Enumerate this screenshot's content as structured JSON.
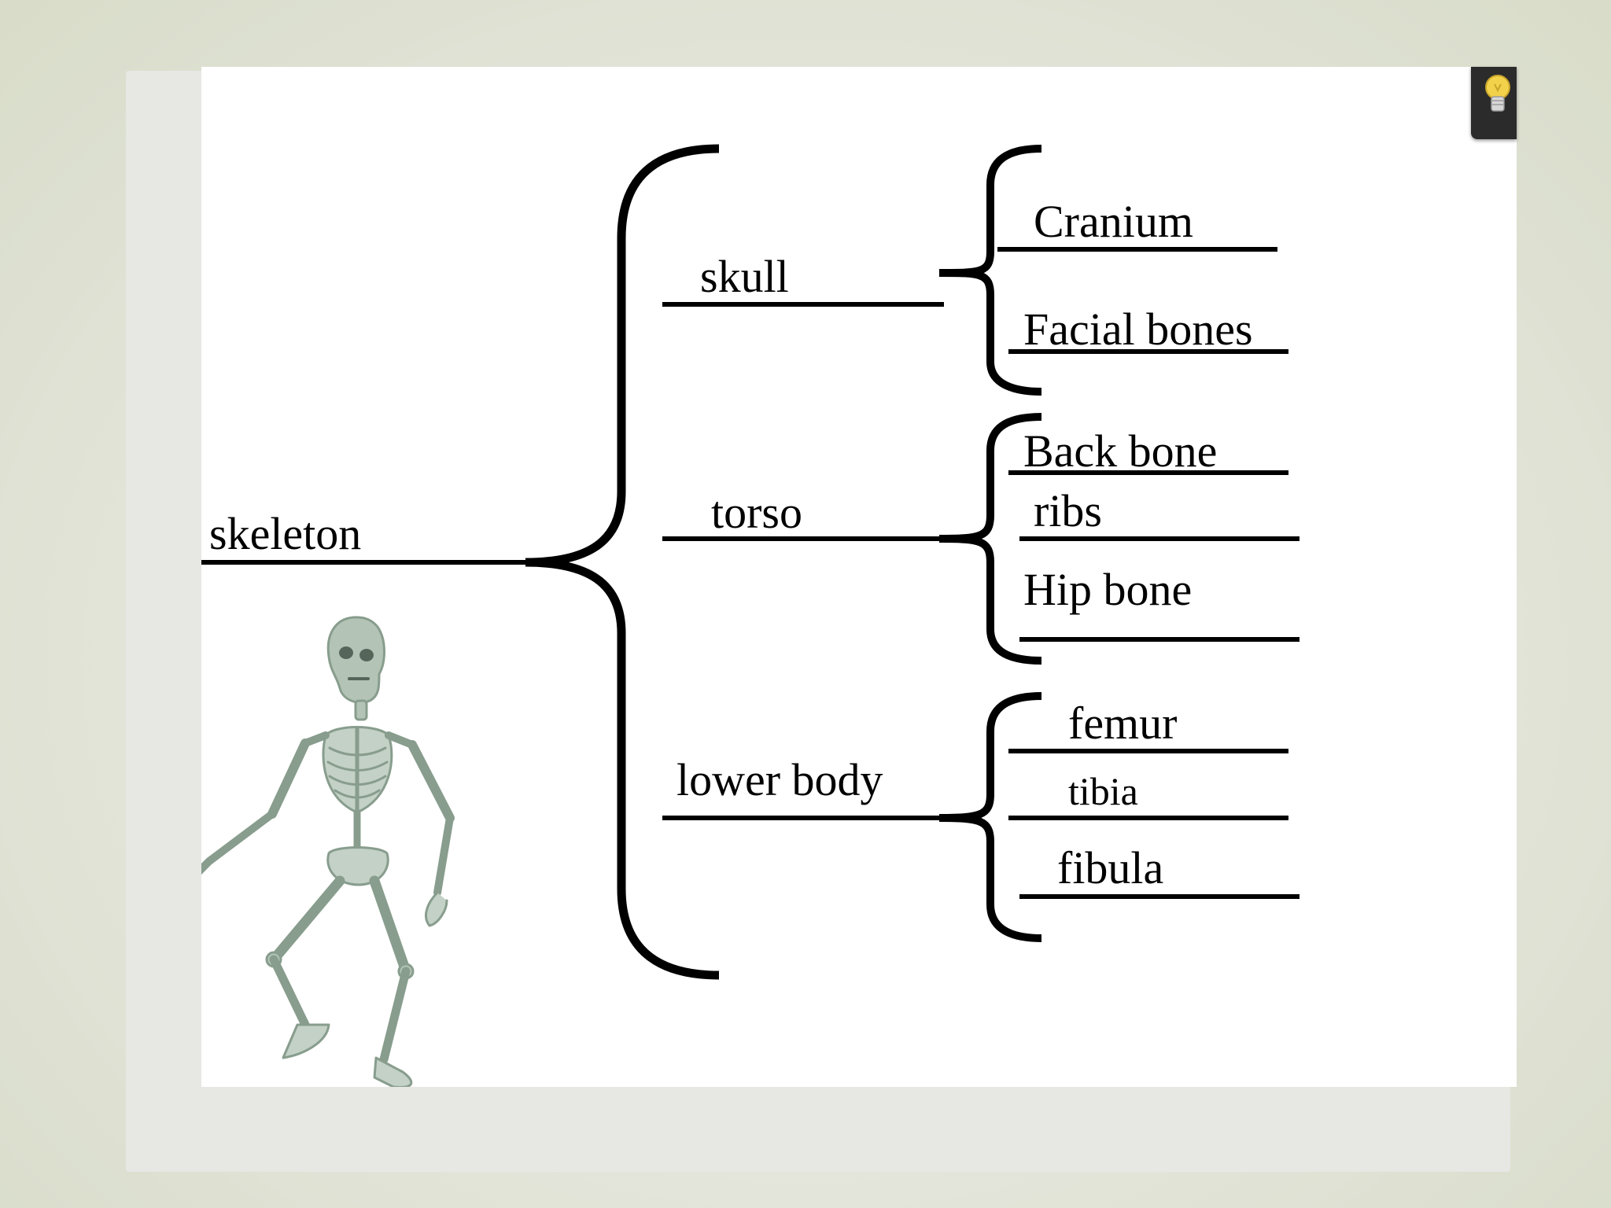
{
  "diagram": {
    "root": "skeleton",
    "groups": [
      {
        "label": "skull",
        "items": [
          "Cranium",
          "Facial bones"
        ]
      },
      {
        "label": "torso",
        "items": [
          "Back bone",
          "ribs",
          "Hip bone"
        ]
      },
      {
        "label": "lower body",
        "items": [
          "femur",
          "tibia",
          "fibula"
        ]
      }
    ]
  },
  "colors": {
    "ink": "#000000",
    "skeleton": "#a9bcae",
    "hint_icon": "#f2d24a"
  },
  "icons": {
    "hint": "lightbulb-icon",
    "illustration": "skeleton-illustration"
  }
}
